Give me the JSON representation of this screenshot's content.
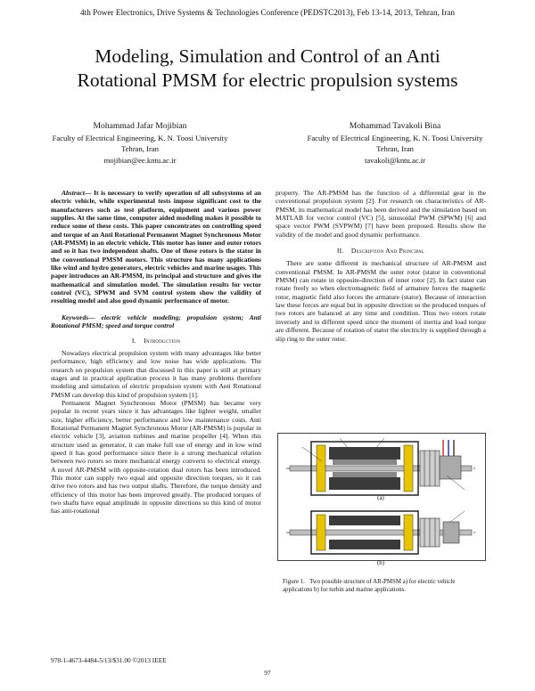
{
  "header": "4th Power Electronics, Drive Systems & Technologies Conference (PEDSTC2013), Feb 13-14, 2013, Tehran, Iran",
  "title_line1": "Modeling, Simulation and Control of  an Anti",
  "title_line2": "Rotational PMSM for electric propulsion systems",
  "authors": [
    {
      "name": "Mohammad Jafar Mojibian",
      "affiliation": "Faculty of Electrical Engineering, K. N. Toosi University",
      "city": "Tehran, Iran",
      "email": "mojibian@ee.kntu.ac.ir"
    },
    {
      "name": "Mohammad Tavakoli Bina",
      "affiliation": "Faculty of Electrical Engineering, K. N. Toosi University",
      "city": "Tehran, Iran",
      "email": "tavakoli@kntu.ac.ir"
    }
  ],
  "abstract_lead": "Abstract—",
  "abstract_body": " It is necessary to verify operation of all subsystems of an electric vehicle, while experimental tests impose significant cost to the manufacturers such as test platform, equipment and various power supplies. At the same time, computer aided modeling makes it possible to reduce some of these costs. This paper concentrates on controlling speed and torque of an Anti Rotational Permanent Magnet Synchronous Motor (AR-PMSM) in an electric vehicle. This motor has inner and outer rotors and so it has two independent shafts. One of these rotors is the stator in the conventional PMSM motors. This structure has many applications like wind and hydro generators, electric vehicles and marine usages. This paper introduces an AR-PMSM, its principal and structure and gives the mathematical and simulation model. The simulation results for vector control (VC), SPWM and SVM control system show the validity of resulting model and also good dynamic performance of motor.",
  "keywords": "Keywords— electric vehicle modeling; propulsion system; Anti Rotational PMSM; speed and torque control",
  "sec1_num": "I.",
  "sec1_title": "Introduction",
  "intro_p1": "Nowadays electrical propulsion system with many advantages like better performance, high efficiency and low noise has wide applications. The research on propulsion system that discussed in this paper is still at primary stages and in practical application process it has many problems therefore modeling and simulation of electric propulsion system with Anti Rotational PMSM can develop this kind of propulsion system [1].",
  "intro_p2": "Permanent Magnet Synchronous Motor (PMSM) has became very popular in recent years since it has advantages like lighter weight, smaller size, higher efficiency, better performance and low maintenance costs. Anti Rotational Permanent Magnet Synchronous Motor (AR-PMSM) is popular in electric vehicle [3], aviation turbines and marine propeller [4]. When this structure used as generator, it can make full use of energy and in low wind speed it has good performance since there is a strong mechanical relation between two rotors so more mechanical energy converts to electrical energy. A novel AR-PMSM with opposite-rotation dual rotors has been introduced. This motor can supply two equal and opposite direction torques, so it can drive two rotors and has two output shafts. Therefore, the torque density and efficiency of this motor has been improved greatly. The produced torques of two shafts have equal amplitude in opposite directions so this kind of motor has anti-rotational",
  "right_p1": "property. The AR-PMSM has the function of a differential gear in the conventional propulsion system [2]. For research on characteristics of AR-PMSM, its mathematical model has been derived and the simulation based on MATLAB for vector control (VC) [5], sinusoidal PWM (SPWM) [6] and space vector PWM (SVPWM) [7] have been proposed. Results show the validity of the model and good dynamic performance.",
  "sec2_num": "II.",
  "sec2_title": "Description And Principal",
  "right_p2": "There are some different in mechanical structure of AR-PMSM and conventional PMSM. In AR-PMSM the outer rotor (stator in conventional PMSM) can rotate in opposite-direction of inner rotor [2]. In fact stator can rotate freely so when electromagnetic field of armature forces the magnetic rotor, magnetic field also forces the armature (stator). Because of interaction law these forces are equal but in opposite direction so the produced torques of two rotors are balanced at any time and condition. Thus two rotors rotate inversely and in different speed since the moment of inertia and load torque are different. Because of rotation of stator the electricity is supplied through a slip ring to the outer rotor.",
  "fig_a_label": "(a)",
  "fig_b_label": "(b)",
  "figure_caption_lead": "Figure 1.",
  "figure_caption_body": "Two possible structure of AR-PMSM a) for electric vehicle applications b) for turbin and marine applications.",
  "footer_left": "978-1-4673-4484-5/13/$31.00 ©2013 IEEE",
  "page_number": "97"
}
